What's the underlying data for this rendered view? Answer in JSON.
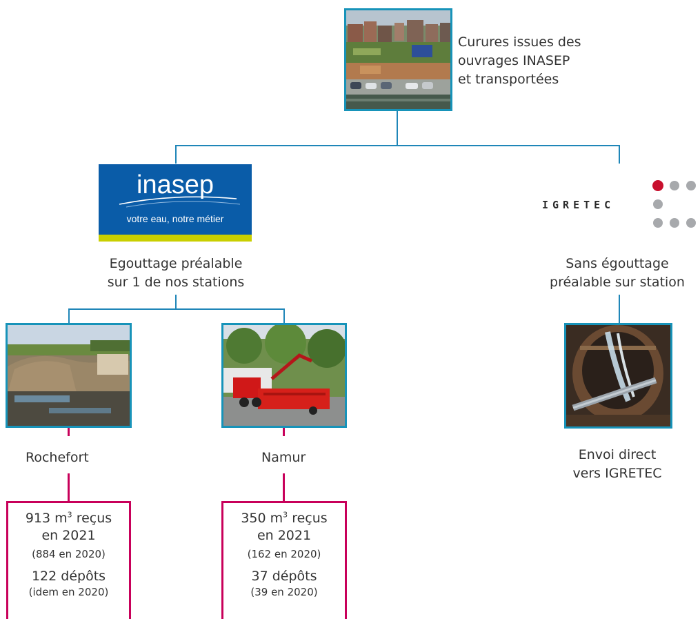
{
  "top": {
    "caption_lines": [
      "Curures issues des",
      "ouvrages INASEP",
      "et transportées"
    ]
  },
  "inasep": {
    "logo_text": "inasep",
    "tagline": "votre eau, notre métier",
    "caption_lines": [
      "Egouttage préalable",
      "sur 1 de nos stations"
    ],
    "colors": {
      "blue": "#0a5ca8",
      "lime": "#c9cf00"
    }
  },
  "igretec": {
    "logo_text": "IGRETEC",
    "caption_lines": [
      "Sans égouttage",
      "préalable sur station"
    ],
    "dot_colors": {
      "active": "#c8102e",
      "inactive": "#a7a9ac"
    }
  },
  "rochefort": {
    "label": "Rochefort",
    "received_number": "913 m",
    "received_unit_sup": "3",
    "received_suffix": " reçus",
    "year_line": "en 2021",
    "prev_received": "(884 en 2020)",
    "deposits": "122 dépôts",
    "prev_deposits": "(idem en 2020)"
  },
  "namur": {
    "label": "Namur",
    "received_number": "350 m",
    "received_unit_sup": "3",
    "received_suffix": " reçus",
    "year_line": "en 2021",
    "prev_received": "(162 en 2020)",
    "deposits": "37 dépôts",
    "prev_deposits": "(39 en 2020)"
  },
  "direct": {
    "caption_lines": [
      "Envoi direct",
      "vers IGRETEC"
    ]
  },
  "colors": {
    "connector_blue": "#1f86b8",
    "photo_border": "#1793b9",
    "stat_magenta": "#c8005a"
  }
}
